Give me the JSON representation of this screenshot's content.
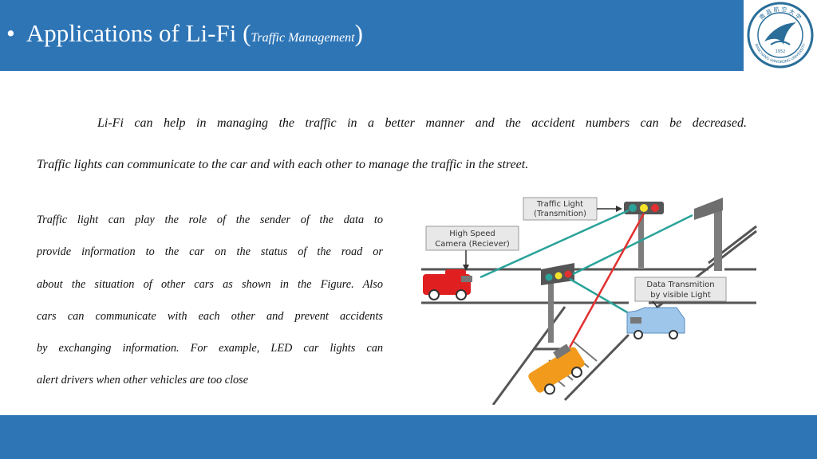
{
  "slide": {
    "bullet": "•",
    "title_main": "Applications of Li-Fi (",
    "title_sub": "Traffic Management",
    "title_close": ")",
    "logo": {
      "text_top": "南 昌 航 空 大 学",
      "text_bottom": "NANCHANG HANGKONG UNIVERSITY",
      "year": "1952"
    },
    "intro_line1": "Li-Fi can help in managing the traffic in a better manner and the accident numbers can be decreased.",
    "intro_line2": "Traffic lights can communicate to the car and with each other to manage the traffic in the street.",
    "body_lines": [
      "Traffic light can play the role of the sender of the data to",
      "provide information to the car on the status of the road or",
      "about the situation of other cars as shown in the Figure.  Also",
      "cars can communicate with each other and prevent accidents",
      "by exchanging information. For example, LED car lights can",
      "alert drivers when other vehicles are too close"
    ],
    "figure": {
      "label_traffic_light_1": "Traffic Light",
      "label_traffic_light_2": "(Transmition)",
      "label_camera_1": "High Speed",
      "label_camera_2": "Camera (Reciever)",
      "label_data_1": "Data Transmition",
      "label_data_2": "by visible Light"
    },
    "colors": {
      "header": "#2e75b6",
      "red_car": "#e02020",
      "blue_car": "#9ec6ea",
      "orange_car": "#f29a1c",
      "beam_teal": "#2aa39a",
      "beam_red": "#e23030"
    }
  }
}
